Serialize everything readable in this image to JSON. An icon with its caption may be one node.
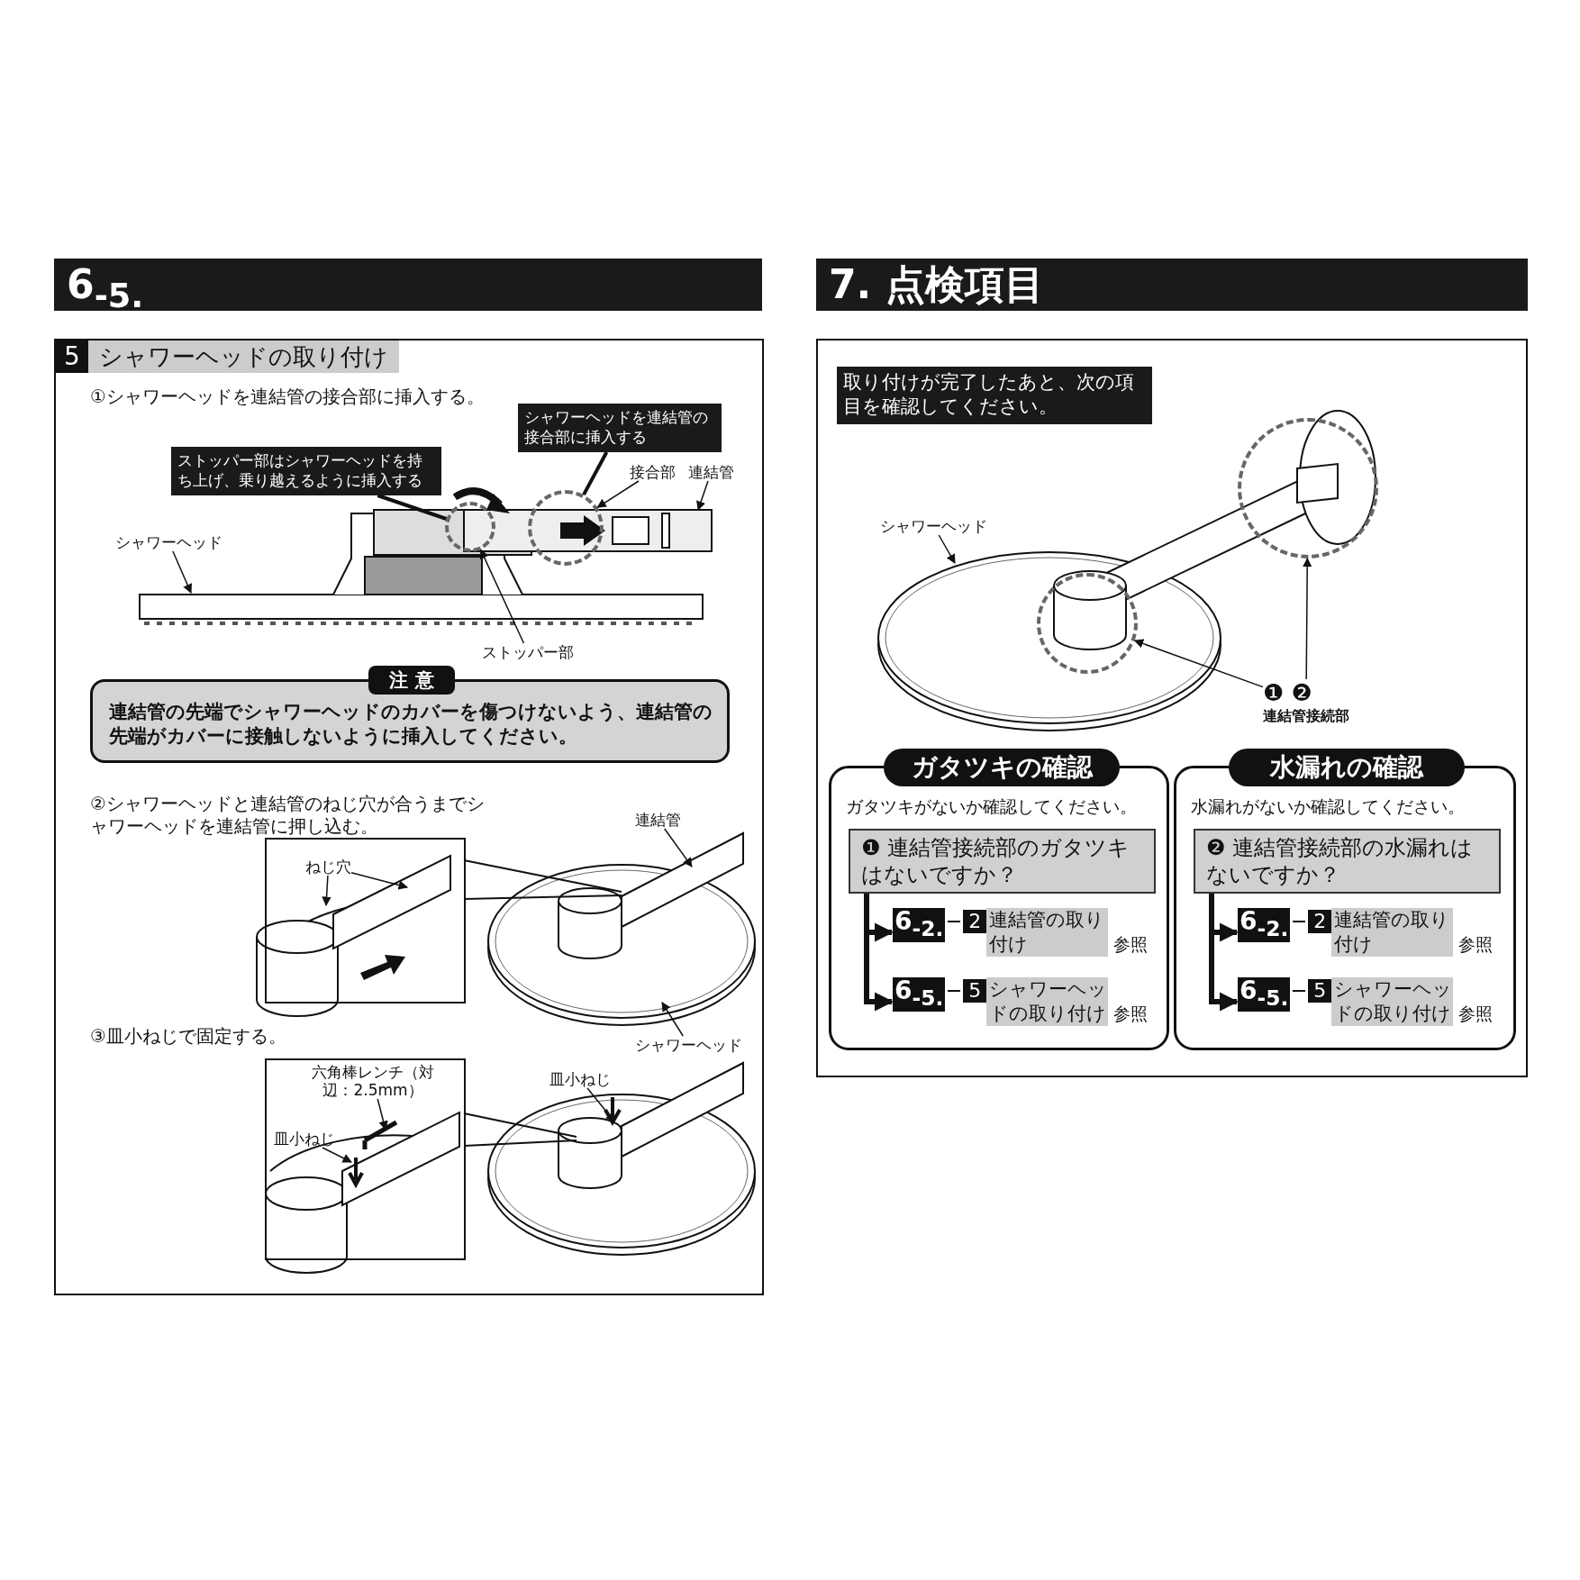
{
  "diagram": {
    "nodes": [
      {
        "text": [
          "6$_{-5.}$"
        ]
      },
      {
        "text": [
          "7. 点検項目"
        ]
      },
      {
        "text": [
          "5",
          "シャワーヘッドの取り付け"
        ]
      },
      {
        "text": [
          "シャワーヘッドを連結管の接合部に挿入する"
        ],
        "in": 2
      },
      {
        "text": [
          "ストッパー部はシャワーヘッドを持ち上げ、乗り越えるように挿入する"
        ],
        "in": 2
      },
      {
        "text": [],
        "shape": "circle",
        "in": 2
      },
      {
        "text": [],
        "shape": "circle",
        "in": 2
      },
      {
        "text": [
          "接合部"
        ],
        "in": 2
      },
      {
        "text": [
          "連結管"
        ],
        "in": 2
      },
      {
        "text": [
          "シャワーヘッド"
        ],
        "in": 2
      },
      {
        "text": [
          "ストッパー部"
        ],
        "in": 2
      },
      {
        "text": [
          "注 意",
          "連結管の先端でシャワーヘッドのカバーを傷つけないよう、連結管の先端がカバーに接触しないように挿入してください。"
        ],
        "in": 2
      },
      {
        "text": [],
        "shape": "box",
        "in": 2
      },
      {
        "text": [
          "ねじ穴"
        ],
        "in": 12
      },
      {
        "text": [
          "連結管"
        ],
        "in": 2
      },
      {
        "text": [
          "シャワーヘッド"
        ],
        "in": 2
      },
      {
        "text": [],
        "shape": "box",
        "in": 2
      },
      {
        "text": [
          "六角棒レンチ（対辺：2.5mm）"
        ],
        "in": 16
      },
      {
        "text": [
          "皿小ねじ"
        ],
        "in": 16
      },
      {
        "text": [
          "皿小ねじ"
        ],
        "in": 2
      },
      {
        "text": [],
        "shape": "box"
      },
      {
        "text": [
          "取り付けが完了したあと、次の項目を確認してください。"
        ],
        "in": 20
      },
      {
        "text": [
          "シャワーヘッド"
        ],
        "in": 20
      },
      {
        "text": [],
        "shape": "circle",
        "in": 20
      },
      {
        "text": [],
        "shape": "circle",
        "in": 20
      },
      {
        "text": [
          "❶ ❷",
          "連結管接続部"
        ],
        "in": 20
      },
      {
        "text": [
          "ガタツキの確認",
          "ガタツキがないか確認してください。"
        ],
        "in": 20
      },
      {
        "text": [
          "❶ 連結管接続部のガタツキはないですか？"
        ],
        "in": 26
      },
      {
        "text": [
          "6$_{-2.}$",
          "2",
          "連結管の取り付け",
          "参照"
        ],
        "in": 26
      },
      {
        "text": [
          "6$_{-5.}$",
          "5",
          "シャワーヘッドの取り付け",
          "参照"
        ],
        "in": 26
      },
      {
        "text": [
          "水漏れの確認",
          "水漏れがないか確認してください。"
        ],
        "in": 20
      },
      {
        "text": [
          "❷ 連結管接続部の水漏れはないですか？"
        ],
        "in": 30
      },
      {
        "text": [
          "6$_{-2.}$",
          "2",
          "連結管の取り付け",
          "参照"
        ],
        "in": 30
      },
      {
        "text": [
          "6$_{-5.}$",
          "5",
          "シャワーヘッドの取り付け",
          "参照"
        ],
        "in": 30
      }
    ],
    "edges": [
      {
        "from": 3,
        "to": 6,
        "arrow": "none"
      },
      {
        "from": 4,
        "to": 5,
        "arrow": "none"
      },
      {
        "from": 7,
        "to": 6,
        "arrow": "to"
      },
      {
        "from": 8,
        "to": null,
        "arrow": "to"
      },
      {
        "from": 9,
        "to": null,
        "arrow": "to"
      },
      {
        "from": 10,
        "to": 5,
        "arrow": "to"
      },
      {
        "from": 13,
        "to": null,
        "arrow": "to"
      },
      {
        "from": 13,
        "to": null,
        "arrow": "to"
      },
      {
        "from": 14,
        "to": null,
        "arrow": "to"
      },
      {
        "from": 15,
        "to": null,
        "arrow": "to"
      },
      {
        "from": 17,
        "to": null,
        "arrow": "to"
      },
      {
        "from": 18,
        "to": null,
        "arrow": "to"
      },
      {
        "from": 19,
        "to": null,
        "arrow": "to"
      },
      {
        "from": 22,
        "to": null,
        "arrow": "to"
      },
      {
        "from": 25,
        "to": 23,
        "arrow": "to"
      },
      {
        "from": 25,
        "to": 24,
        "arrow": "to"
      },
      {
        "from": 27,
        "to": 28,
        "arrow": "to",
        "style": "thick"
      },
      {
        "from": 27,
        "to": 29,
        "arrow": "to",
        "style": "thick"
      },
      {
        "from": 31,
        "to": 32,
        "arrow": "to",
        "style": "thick"
      },
      {
        "from": 31,
        "to": 33,
        "arrow": "to",
        "style": "thick"
      }
    ],
    "labels": [
      "①シャワーヘッドを連結管の接合部に挿入する。",
      "②シャワーヘッドと連結管のねじ穴が合うまでシャワーヘッドを連結管に押し込む。",
      "③皿小ねじで固定する。"
    ]
  }
}
